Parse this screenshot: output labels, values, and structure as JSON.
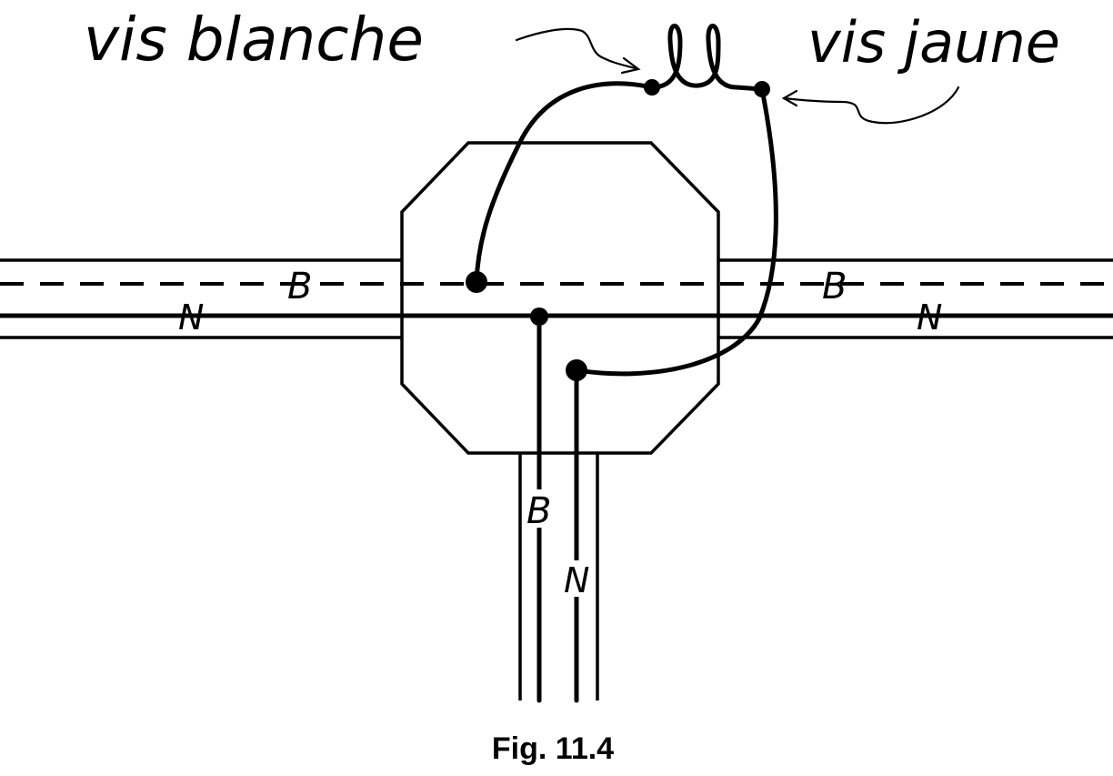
{
  "labels": {
    "white_screw": "vis blanche",
    "yellow_screw": "vis jaune",
    "white_left": "B",
    "white_right": "B",
    "white_bottom": "B",
    "black_left": "N",
    "black_right": "N",
    "black_bottom": "N"
  },
  "caption": "Fig. 11.4"
}
